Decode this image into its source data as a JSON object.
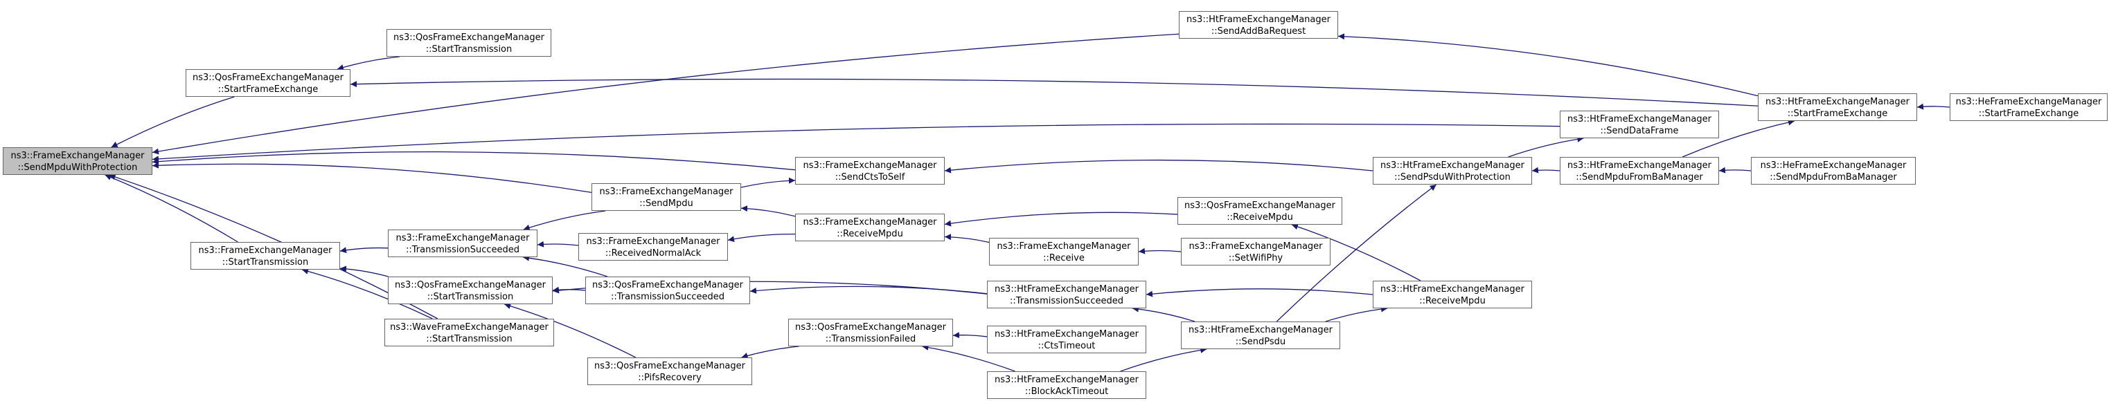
{
  "colors": {
    "edge": "#191970",
    "border": "#666666",
    "root_fill": "#bfbfbf",
    "node_fill": "#ffffff"
  },
  "nodes": [
    {
      "id": "root",
      "line1": "ns3::FrameExchangeManager",
      "line2": "::SendMpduWithProtection",
      "root": true
    },
    {
      "id": "qfem_sfe",
      "line1": "ns3::QosFrameExchangeManager",
      "line2": "::StartFrameExchange"
    },
    {
      "id": "qfem_st_top",
      "line1": "ns3::QosFrameExchangeManager",
      "line2": "::StartTransmission"
    },
    {
      "id": "htfem_saddba",
      "line1": "ns3::HtFrameExchangeManager",
      "line2": "::SendAddBaRequest"
    },
    {
      "id": "htfem_sfe",
      "line1": "ns3::HtFrameExchangeManager",
      "line2": "::StartFrameExchange"
    },
    {
      "id": "hefem_sfe",
      "line1": "ns3::HeFrameExchangeManager",
      "line2": "::StartFrameExchange"
    },
    {
      "id": "htfem_sdf",
      "line1": "ns3::HtFrameExchangeManager",
      "line2": "::SendDataFrame"
    },
    {
      "id": "fem_scts",
      "line1": "ns3::FrameExchangeManager",
      "line2": "::SendCtsToSelf"
    },
    {
      "id": "fem_smpdu",
      "line1": "ns3::FrameExchangeManager",
      "line2": "::SendMpdu"
    },
    {
      "id": "htfem_spwp",
      "line1": "ns3::HtFrameExchangeManager",
      "line2": "::SendPsduWithProtection"
    },
    {
      "id": "htfem_smfbm",
      "line1": "ns3::HtFrameExchangeManager",
      "line2": "::SendMpduFromBaManager"
    },
    {
      "id": "hefem_smfbm",
      "line1": "ns3::HeFrameExchangeManager",
      "line2": "::SendMpduFromBaManager"
    },
    {
      "id": "fem_st",
      "line1": "ns3::FrameExchangeManager",
      "line2": "::StartTransmission"
    },
    {
      "id": "fem_ts",
      "line1": "ns3::FrameExchangeManager",
      "line2": "::TransmissionSucceeded"
    },
    {
      "id": "fem_rna",
      "line1": "ns3::FrameExchangeManager",
      "line2": "::ReceivedNormalAck"
    },
    {
      "id": "fem_rmpdu",
      "line1": "ns3::FrameExchangeManager",
      "line2": "::ReceiveMpdu"
    },
    {
      "id": "qfem_rmpdu",
      "line1": "ns3::QosFrameExchangeManager",
      "line2": "::ReceiveMpdu"
    },
    {
      "id": "fem_recv",
      "line1": "ns3::FrameExchangeManager",
      "line2": "::Receive"
    },
    {
      "id": "fem_swp",
      "line1": "ns3::FrameExchangeManager",
      "line2": "::SetWifiPhy"
    },
    {
      "id": "qfem_st",
      "line1": "ns3::QosFrameExchangeManager",
      "line2": "::StartTransmission"
    },
    {
      "id": "qfem_ts",
      "line1": "ns3::QosFrameExchangeManager",
      "line2": "::TransmissionSucceeded"
    },
    {
      "id": "htfem_ts",
      "line1": "ns3::HtFrameExchangeManager",
      "line2": "::TransmissionSucceeded"
    },
    {
      "id": "htfem_rmpdu",
      "line1": "ns3::HtFrameExchangeManager",
      "line2": "::ReceiveMpdu"
    },
    {
      "id": "wfem_st",
      "line1": "ns3::WaveFrameExchangeManager",
      "line2": "::StartTransmission"
    },
    {
      "id": "htfem_spsdu",
      "line1": "ns3::HtFrameExchangeManager",
      "line2": "::SendPsdu"
    },
    {
      "id": "qfem_pifs",
      "line1": "ns3::QosFrameExchangeManager",
      "line2": "::PifsRecovery"
    },
    {
      "id": "qfem_tf",
      "line1": "ns3::QosFrameExchangeManager",
      "line2": "::TransmissionFailed"
    },
    {
      "id": "htfem_ctsto",
      "line1": "ns3::HtFrameExchangeManager",
      "line2": "::CtsTimeout"
    },
    {
      "id": "htfem_bato",
      "line1": "ns3::HtFrameExchangeManager",
      "line2": "::BlockAckTimeout"
    }
  ],
  "edges": [
    {
      "from": "qfem_sfe",
      "to": "root"
    },
    {
      "from": "htfem_saddba",
      "to": "root"
    },
    {
      "from": "htfem_sdf",
      "to": "root"
    },
    {
      "from": "fem_scts",
      "to": "root"
    },
    {
      "from": "fem_smpdu",
      "to": "root"
    },
    {
      "from": "fem_st",
      "to": "root"
    },
    {
      "from": "wfem_st",
      "to": "root"
    },
    {
      "from": "qfem_st_top",
      "to": "qfem_sfe"
    },
    {
      "from": "htfem_sfe",
      "to": "qfem_sfe"
    },
    {
      "from": "htfem_sfe",
      "to": "htfem_saddba"
    },
    {
      "from": "hefem_sfe",
      "to": "htfem_sfe"
    },
    {
      "from": "htfem_smfbm",
      "to": "htfem_sfe"
    },
    {
      "from": "htfem_spwp",
      "to": "htfem_sdf"
    },
    {
      "from": "htfem_spwp",
      "to": "fem_scts"
    },
    {
      "from": "fem_smpdu",
      "to": "fem_scts"
    },
    {
      "from": "htfem_spsdu",
      "to": "htfem_spwp"
    },
    {
      "from": "htfem_smfbm",
      "to": "htfem_spwp"
    },
    {
      "from": "hefem_smfbm",
      "to": "htfem_smfbm"
    },
    {
      "from": "fem_ts",
      "to": "fem_st"
    },
    {
      "from": "qfem_st",
      "to": "fem_st"
    },
    {
      "from": "wfem_st",
      "to": "fem_st"
    },
    {
      "from": "fem_smpdu",
      "to": "fem_ts"
    },
    {
      "from": "fem_rna",
      "to": "fem_ts"
    },
    {
      "from": "qfem_ts",
      "to": "fem_ts"
    },
    {
      "from": "fem_rmpdu",
      "to": "fem_smpdu"
    },
    {
      "from": "fem_rmpdu",
      "to": "fem_rna"
    },
    {
      "from": "qfem_rmpdu",
      "to": "fem_rmpdu"
    },
    {
      "from": "fem_recv",
      "to": "fem_rmpdu"
    },
    {
      "from": "htfem_rmpdu",
      "to": "qfem_rmpdu"
    },
    {
      "from": "fem_swp",
      "to": "fem_recv"
    },
    {
      "from": "qfem_ts",
      "to": "qfem_st"
    },
    {
      "from": "htfem_ts",
      "to": "qfem_st"
    },
    {
      "from": "qfem_pifs",
      "to": "qfem_st"
    },
    {
      "from": "htfem_ts",
      "to": "qfem_ts"
    },
    {
      "from": "htfem_rmpdu",
      "to": "htfem_ts"
    },
    {
      "from": "htfem_spsdu",
      "to": "htfem_ts"
    },
    {
      "from": "htfem_spsdu",
      "to": "htfem_rmpdu"
    },
    {
      "from": "qfem_tf",
      "to": "qfem_pifs"
    },
    {
      "from": "htfem_ctsto",
      "to": "qfem_tf"
    },
    {
      "from": "htfem_bato",
      "to": "qfem_tf"
    },
    {
      "from": "htfem_bato",
      "to": "htfem_spsdu"
    }
  ]
}
